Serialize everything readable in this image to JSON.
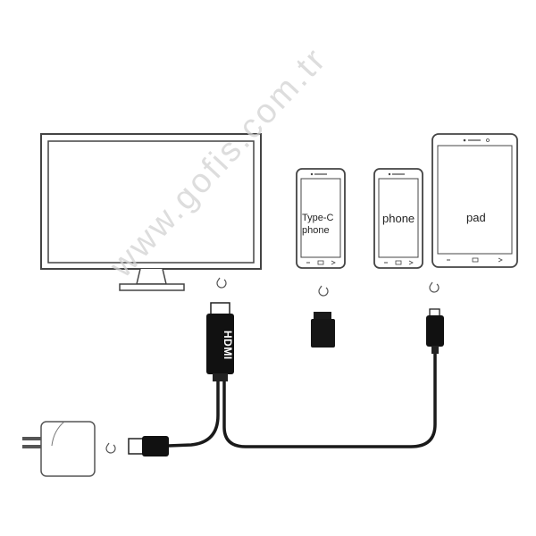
{
  "labels": {
    "type_c": "Type-C\nphone",
    "phone": "phone",
    "pad": "pad",
    "hdmi": "HDMI"
  },
  "watermark": "www.gofis.com.tr",
  "colors": {
    "outline": "#444444",
    "cable": "#1a1a1a",
    "connector": "#111111",
    "watermark": "#d2d2d2"
  },
  "icons": [
    "monitor-icon",
    "phone-icon",
    "tablet-icon",
    "power-adapter-icon",
    "rotate-icon",
    "hdmi-connector-icon",
    "usb-connector-icon",
    "micro-usb-connector-icon",
    "type-c-adapter-icon"
  ]
}
